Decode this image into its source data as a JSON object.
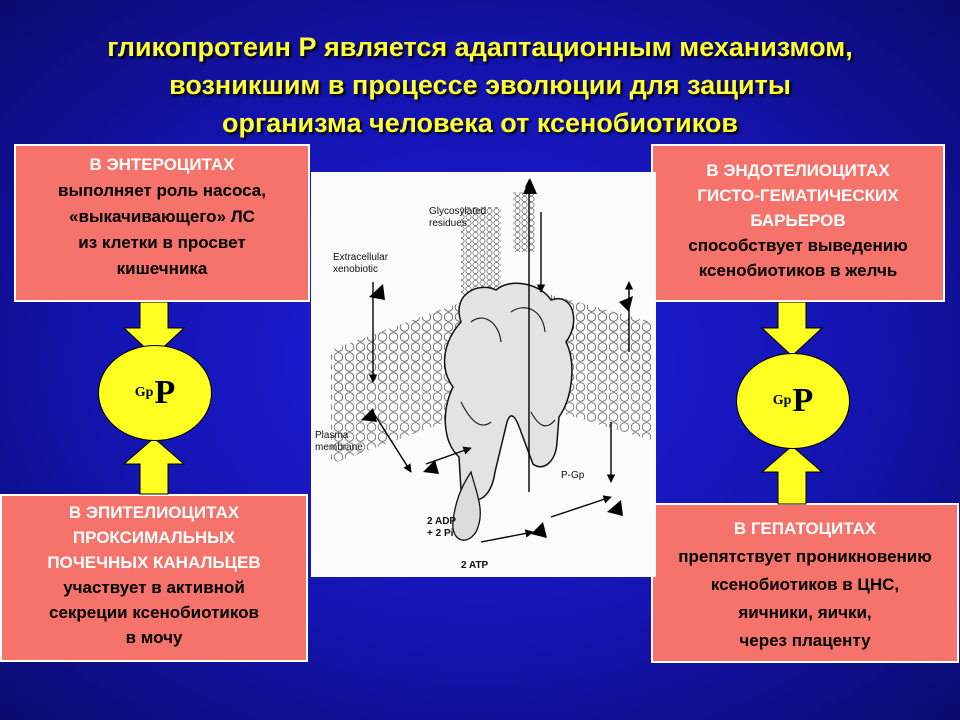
{
  "title": {
    "line1": "гликопротеин Р является адаптационным механизмом,",
    "line2": "возникшим в процессе эволюции для защиты",
    "line3": "организма человека от ксенобиотиков"
  },
  "boxes": {
    "top_left": {
      "head": "В ЭНТЕРОЦИТАХ",
      "lines": [
        "выполняет роль насоса,",
        "«выкачивающего» ЛС",
        "из клетки в просвет",
        "кишечника"
      ]
    },
    "top_right": {
      "head1": "В ЭНДОТЕЛИОЦИТАХ",
      "head2": "ГИСТО-ГЕМАТИЧЕСКИХ",
      "head3": "БАРЬЕРОВ",
      "lines": [
        "способствует выведению",
        "ксенобиотиков в желчь"
      ]
    },
    "bottom_left": {
      "head1": "В ЭПИТЕЛИОЦИТАХ",
      "head2": "ПРОКСИМАЛЬНЫХ",
      "head3": "ПОЧЕЧНЫХ КАНАЛЬЦЕВ",
      "lines": [
        "участвует в активной",
        "секреции ксенобиотиков",
        "в мочу"
      ]
    },
    "bottom_right": {
      "head": "В ГЕПАТОЦИТАХ",
      "lines": [
        "препятствует проникновению",
        "ксенобиотиков в ЦНС,",
        "яичники, яички,",
        "через плаценту"
      ]
    }
  },
  "gp_left": {
    "sub": "Gp",
    "main": "P"
  },
  "gp_right": {
    "sub": "Gp",
    "main": "P"
  },
  "diagram": {
    "glycosylated": "Glycosylated",
    "residues": "residues",
    "extracellular": "Extracellular",
    "xenobiotic": "xenobiotic",
    "plasma": "Plasma",
    "membrane": "membrane",
    "pgp": "P-Gp",
    "adp": "2 ADP",
    "pi": "+ 2 Pi",
    "atp": "2 ATP"
  },
  "colors": {
    "background": "#1414b0",
    "title": "#ffff33",
    "box": "#f5736a",
    "box_head": "#ffffff",
    "ellipse": "#ffff22"
  }
}
